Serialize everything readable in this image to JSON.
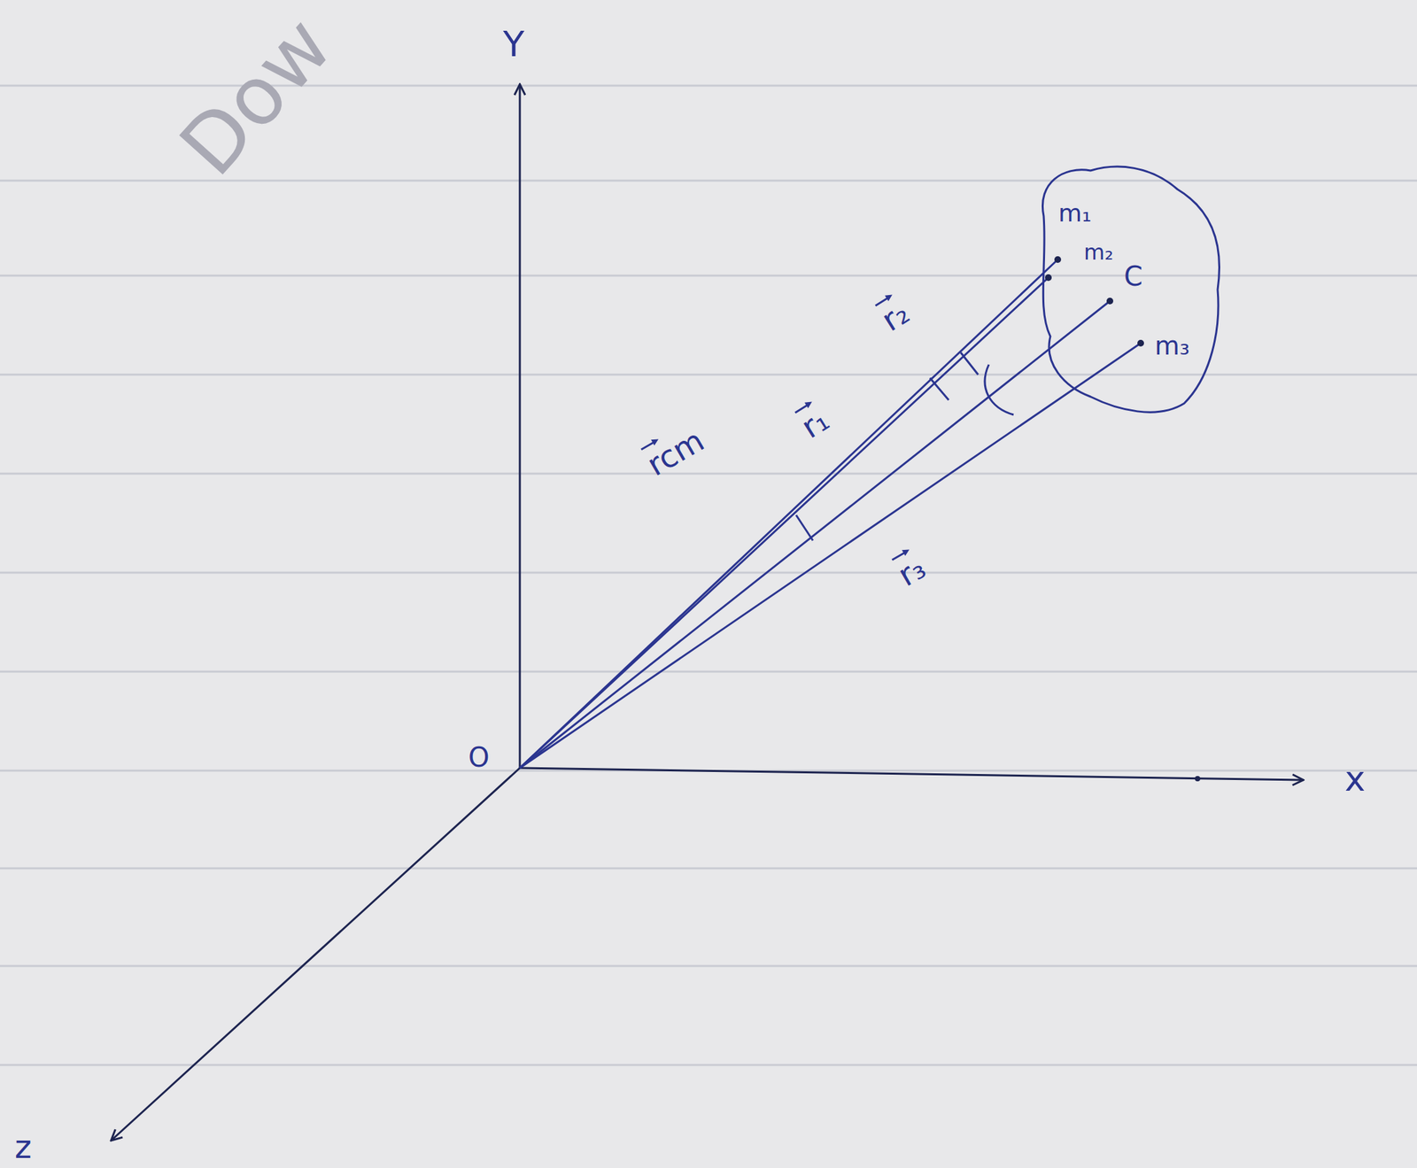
{
  "diagram": {
    "nodes": [
      {
        "text": [
          "m₁",
          "m₂",
          "C",
          "m₃"
        ]
      }
    ],
    "labels": [
      "Dow",
      "Y",
      "r₂",
      "rcm",
      "r₁",
      "r₃",
      "O",
      "x",
      "z"
    ]
  }
}
